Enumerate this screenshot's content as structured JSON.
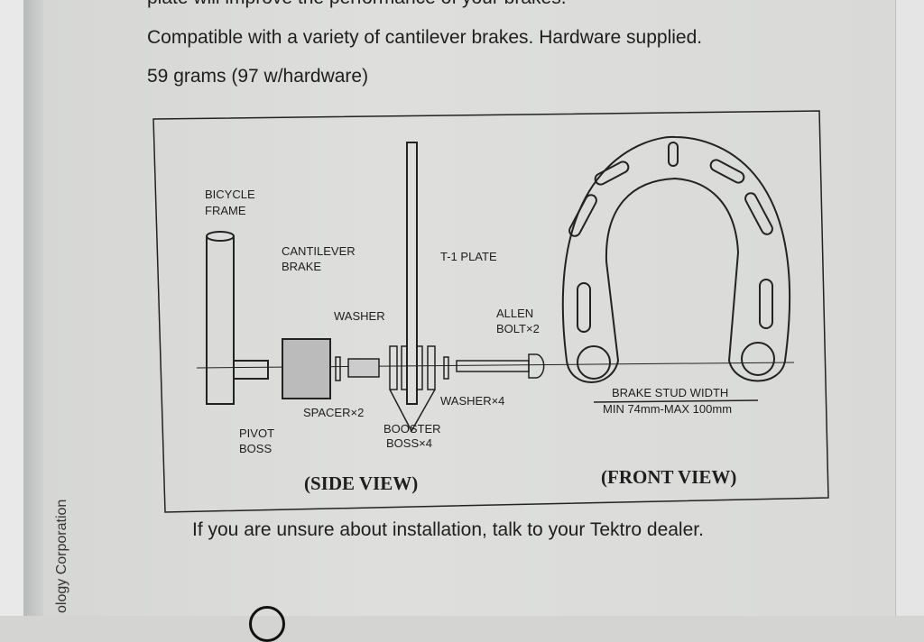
{
  "text": {
    "cut_line": "plate will improve the performance of your brakes.",
    "line1": "Compatible with a variety of cantilever brakes. Hardware supplied.",
    "line2": "59 grams (97 w/hardware)",
    "footer": "If you are unsure about installation, talk to your Tektro dealer.",
    "vertical": "ology Corporation"
  },
  "diagram": {
    "labels": {
      "bicycle_frame_1": "BICYCLE",
      "bicycle_frame_2": "FRAME",
      "cantilever_1": "CANTILEVER",
      "cantilever_2": "BRAKE",
      "washer": "WASHER",
      "t1_plate": "T-1 PLATE",
      "allen_1": "ALLEN",
      "allen_2": "BOLT×2",
      "pivot_1": "PIVOT",
      "pivot_2": "BOSS",
      "spacer": "SPACER×2",
      "booster_1": "BOOSTER",
      "booster_2": "BOSS×4",
      "washer4": "WASHER×4",
      "stud_width": "BRAKE STUD WIDTH",
      "stud_range": "MIN 74mm-MAX 100mm",
      "side_view": "(SIDE VIEW)",
      "front_view": "(FRONT VIEW)"
    }
  }
}
